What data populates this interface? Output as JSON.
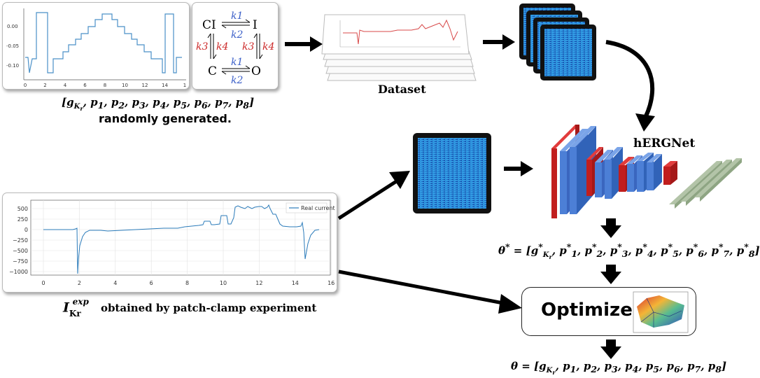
{
  "top_panel": {
    "param_line": "[g",
    "params_text": "[gKr, p1, p2, p3, p4, p5, p6, p7, p8]",
    "caption": "randomly generated."
  },
  "markov_model": {
    "states": [
      "CI",
      "I",
      "C",
      "O"
    ],
    "rates": [
      "k1",
      "k2",
      "k3",
      "k4"
    ],
    "colors": {
      "k1_k2": "#3b5fc8",
      "k3_k4": "#cc2a2a"
    }
  },
  "dataset_label": "Dataset",
  "network_label": "hERGNet",
  "theta_star": "θ* = [g*Kr, p*1, p*2, p*3, p*4, p*5, p*6, p*7, p*8]",
  "theta": "θ = [gKr, p1, p2, p3, p4, p5, p6, p7, p8]",
  "optimizer_label": "Optimizer",
  "experiment_caption": "obtained by patch-clamp experiment",
  "experiment_symbol": "I Kr exp",
  "current_plot": {
    "legend": "Real current",
    "y_ticks": [
      "500",
      "250",
      "0",
      "−250",
      "−500",
      "−750",
      "−1000"
    ],
    "x_ticks": [
      "0",
      "2",
      "4",
      "6",
      "8",
      "10",
      "12",
      "14",
      "16"
    ],
    "line_color": "#2b7bba"
  },
  "protocol_plot": {
    "y_ticks": [
      "0.00",
      "-0.05",
      "-0.10"
    ],
    "x_ticks": [
      "0",
      "2",
      "4",
      "6",
      "8",
      "10",
      "12",
      "14",
      "1"
    ],
    "line_color": "#4a90c8"
  }
}
